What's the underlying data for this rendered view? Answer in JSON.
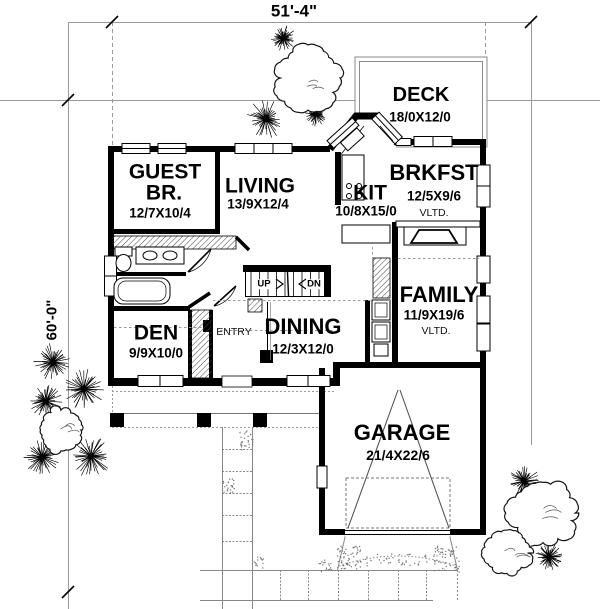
{
  "dimensions": {
    "width": "51'-4\"",
    "height": "60'-0\""
  },
  "rooms": {
    "deck": {
      "name": "DECK",
      "dims": "18/0X12/0"
    },
    "guest": {
      "name_line1": "GUEST",
      "name_line2": "BR.",
      "dims": "12/7X10/4"
    },
    "living": {
      "name": "LIVING",
      "dims": "13/9X12/4"
    },
    "kitchen": {
      "name": "KIT",
      "dims": "10/8X15/0"
    },
    "breakfast": {
      "name": "BRKFST",
      "dims": "12/5X9/6",
      "note": "VLTD."
    },
    "family": {
      "name": "FAMILY",
      "dims": "11/9X19/6",
      "note": "VLTD."
    },
    "den": {
      "name": "DEN",
      "dims": "9/9X10/0"
    },
    "dining": {
      "name": "DINING",
      "dims": "12/3X12/0"
    },
    "entry": {
      "name": "ENTRY"
    },
    "garage": {
      "name": "GARAGE",
      "dims": "21/4X22/6"
    }
  },
  "stairs": {
    "up": "UP",
    "down": "DN"
  },
  "colors": {
    "walls": "#000000",
    "site_lines": "#9a9a9a",
    "text": "#000000"
  }
}
